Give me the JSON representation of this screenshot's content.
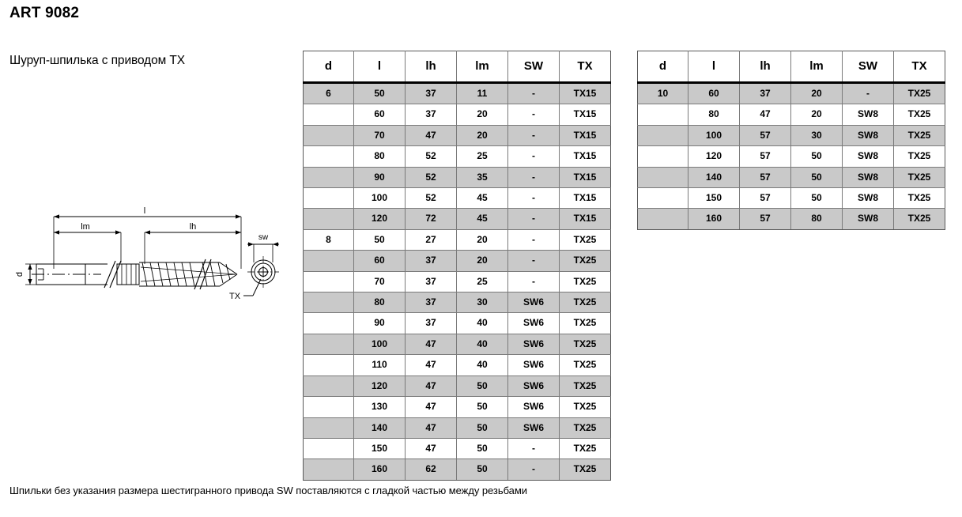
{
  "page": {
    "title": "ART 9082",
    "subtitle": "Шуруп-шпилька с приводом TX",
    "footnote": "Шпильки без указания размера шестигранного привода SW поставляются с гладкой частью между резьбами"
  },
  "drawing": {
    "labels": {
      "total_length": "l",
      "machine_thread": "lm",
      "wood_thread": "lh",
      "diameter": "d",
      "hex_drive": "sw",
      "torx_drive": "TX"
    }
  },
  "tables": {
    "left": {
      "columns": [
        "d",
        "l",
        "lh",
        "lm",
        "SW",
        "TX"
      ],
      "rows": [
        [
          "6",
          "50",
          "37",
          "11",
          "-",
          "TX15"
        ],
        [
          "",
          "60",
          "37",
          "20",
          "-",
          "TX15"
        ],
        [
          "",
          "70",
          "47",
          "20",
          "-",
          "TX15"
        ],
        [
          "",
          "80",
          "52",
          "25",
          "-",
          "TX15"
        ],
        [
          "",
          "90",
          "52",
          "35",
          "-",
          "TX15"
        ],
        [
          "",
          "100",
          "52",
          "45",
          "-",
          "TX15"
        ],
        [
          "",
          "120",
          "72",
          "45",
          "-",
          "TX15"
        ],
        [
          "8",
          "50",
          "27",
          "20",
          "-",
          "TX25"
        ],
        [
          "",
          "60",
          "37",
          "20",
          "-",
          "TX25"
        ],
        [
          "",
          "70",
          "37",
          "25",
          "-",
          "TX25"
        ],
        [
          "",
          "80",
          "37",
          "30",
          "SW6",
          "TX25"
        ],
        [
          "",
          "90",
          "37",
          "40",
          "SW6",
          "TX25"
        ],
        [
          "",
          "100",
          "47",
          "40",
          "SW6",
          "TX25"
        ],
        [
          "",
          "110",
          "47",
          "40",
          "SW6",
          "TX25"
        ],
        [
          "",
          "120",
          "47",
          "50",
          "SW6",
          "TX25"
        ],
        [
          "",
          "130",
          "47",
          "50",
          "SW6",
          "TX25"
        ],
        [
          "",
          "140",
          "47",
          "50",
          "SW6",
          "TX25"
        ],
        [
          "",
          "150",
          "47",
          "50",
          "-",
          "TX25"
        ],
        [
          "",
          "160",
          "62",
          "50",
          "-",
          "TX25"
        ]
      ]
    },
    "right": {
      "columns": [
        "d",
        "l",
        "lh",
        "lm",
        "SW",
        "TX"
      ],
      "rows": [
        [
          "10",
          "60",
          "37",
          "20",
          "-",
          "TX25"
        ],
        [
          "",
          "80",
          "47",
          "20",
          "SW8",
          "TX25"
        ],
        [
          "",
          "100",
          "57",
          "30",
          "SW8",
          "TX25"
        ],
        [
          "",
          "120",
          "57",
          "50",
          "SW8",
          "TX25"
        ],
        [
          "",
          "140",
          "57",
          "50",
          "SW8",
          "TX25"
        ],
        [
          "",
          "150",
          "57",
          "50",
          "SW8",
          "TX25"
        ],
        [
          "",
          "160",
          "57",
          "80",
          "SW8",
          "TX25"
        ]
      ]
    }
  },
  "colors": {
    "shade_row": "#c9c9c9",
    "border": "#7a7a7a",
    "header_rule": "#000000"
  }
}
